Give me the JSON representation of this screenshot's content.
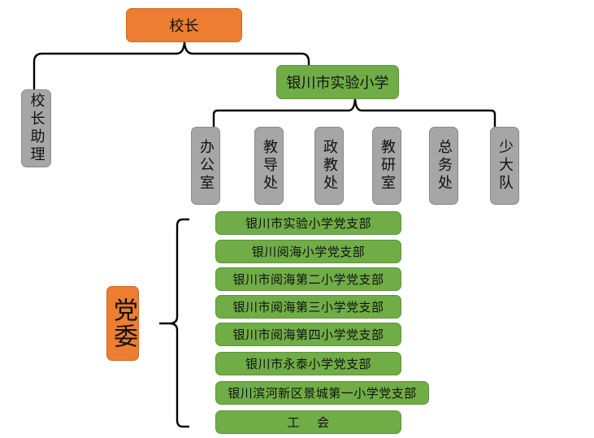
{
  "principal": {
    "label": "校长"
  },
  "assistant": {
    "label": "校长助理"
  },
  "school": {
    "label": "银川市实验小学"
  },
  "departments": [
    {
      "label": "办公室"
    },
    {
      "label": "教导处"
    },
    {
      "label": "政教处"
    },
    {
      "label": "教研室"
    },
    {
      "label": "总务处"
    },
    {
      "label": "少大队"
    }
  ],
  "party_committee": {
    "label": "党委"
  },
  "branches": [
    {
      "label": "银川市实验小学党支部"
    },
    {
      "label": "银川阅海小学党支部"
    },
    {
      "label": "银川市阅海第二小学党支部"
    },
    {
      "label": "银川市阅海第三小学党支部"
    },
    {
      "label": "银川市阅海第四小学党支部"
    },
    {
      "label": "银川市永泰小学党支部"
    },
    {
      "label": "银川滨河新区景城第一小学党支部"
    },
    {
      "label": "工    会"
    }
  ],
  "colors": {
    "leader": "#ED7D31",
    "unit": "#70AD47",
    "department": "#A6A6A6",
    "connector": "#000000"
  }
}
